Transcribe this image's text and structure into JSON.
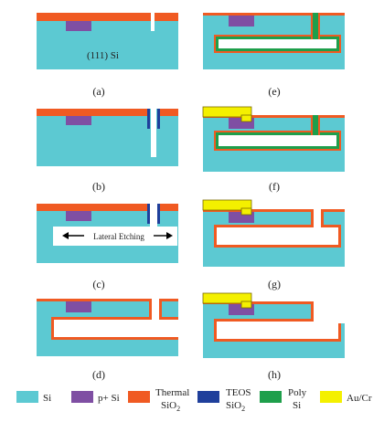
{
  "colors": {
    "si": "#5cc9d2",
    "p_si": "#7f4fa3",
    "thermal_sio2": "#f05a22",
    "teos_sio2": "#1f3f9b",
    "poly_si": "#1e9f4b",
    "au_cr": "#f4f000",
    "cavity": "#ffffff"
  },
  "panels": [
    {
      "caption": "(a)",
      "label": "(111) Si"
    },
    {
      "caption": "(b)"
    },
    {
      "caption": "(c)",
      "label": "Lateral Etching"
    },
    {
      "caption": "(d)"
    },
    {
      "caption": "(e)"
    },
    {
      "caption": "(f)"
    },
    {
      "caption": "(g)"
    },
    {
      "caption": "(h)"
    }
  ],
  "legend": [
    {
      "label": "Si",
      "color": "si"
    },
    {
      "label": "p+ Si",
      "color": "p_si"
    },
    {
      "label": "Thermal",
      "label2": "SiO2",
      "color": "thermal_sio2"
    },
    {
      "label": "TEOS",
      "label2": "SiO2",
      "color": "teos_sio2"
    },
    {
      "label": "Poly",
      "label2": "Si",
      "color": "poly_si"
    },
    {
      "label": "Au/Cr",
      "color": "au_cr"
    }
  ]
}
